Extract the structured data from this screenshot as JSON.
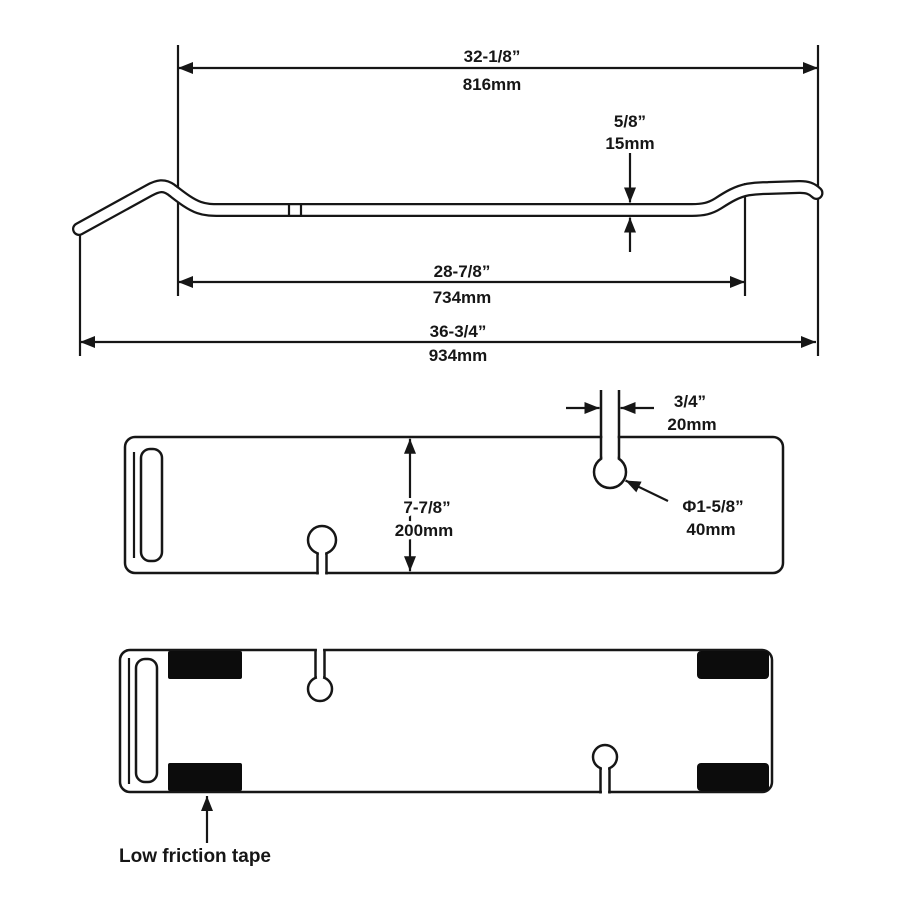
{
  "side_view": {
    "dim_top": {
      "inches": "32-1/8”",
      "mm": "816mm"
    },
    "dim_thickness": {
      "inches": "5/8”",
      "mm": "15mm"
    },
    "dim_inner": {
      "inches": "28-7/8”",
      "mm": "734mm"
    },
    "dim_overall": {
      "inches": "36-3/4”",
      "mm": "934mm"
    }
  },
  "plate_view": {
    "dim_slot": {
      "inches": "3/4”",
      "mm": "20mm"
    },
    "dim_height": {
      "inches": "7-7/8”",
      "mm": "200mm"
    },
    "dim_hole": {
      "inches": "Φ1-5/8”",
      "mm": "40mm"
    }
  },
  "tape_view": {
    "label": "Low friction tape"
  }
}
